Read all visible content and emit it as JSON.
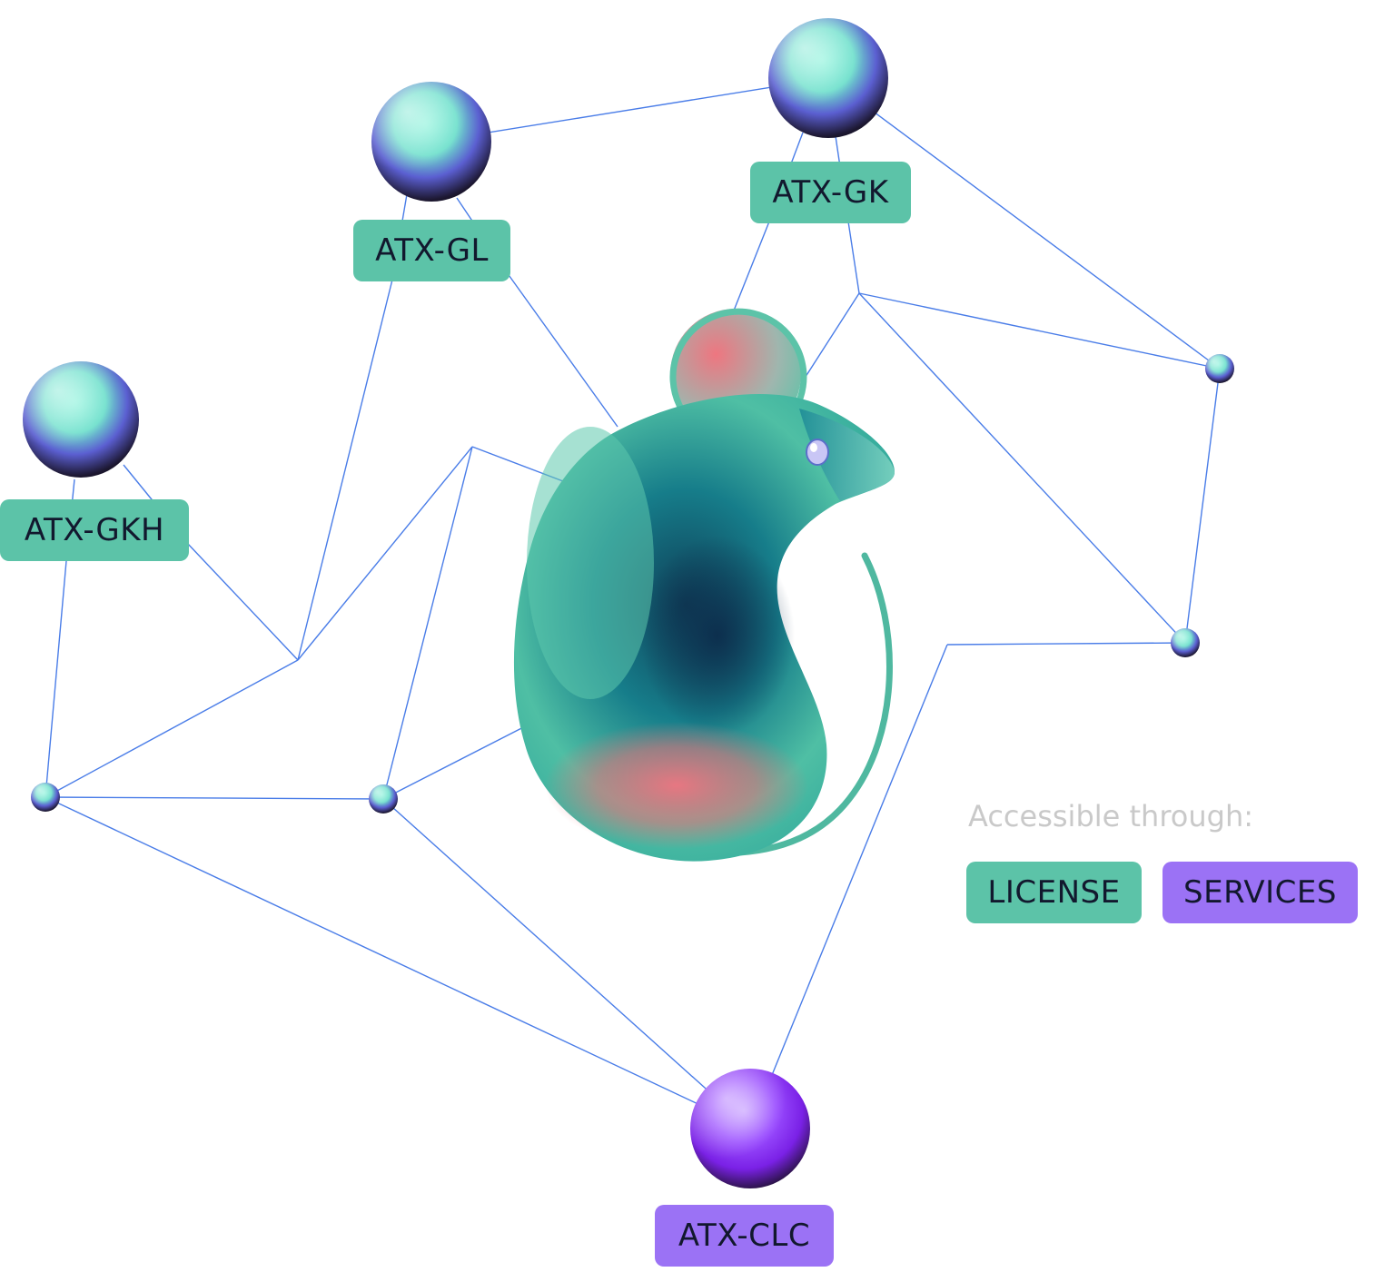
{
  "nodes": {
    "gl": {
      "label": "ATX-GL",
      "kind": "license"
    },
    "gk": {
      "label": "ATX-GK",
      "kind": "license"
    },
    "gkh": {
      "label": "ATX-GKH",
      "kind": "license"
    },
    "clc": {
      "label": "ATX-CLC",
      "kind": "services"
    }
  },
  "access": {
    "caption": "Accessible through:",
    "license": "LICENSE",
    "services": "SERVICES"
  },
  "colors": {
    "license": "#5cc3a8",
    "services": "#9b72f5",
    "network_line": "#4a7de8",
    "label_text": "#12182e",
    "caption_text": "#c9c9c9"
  }
}
